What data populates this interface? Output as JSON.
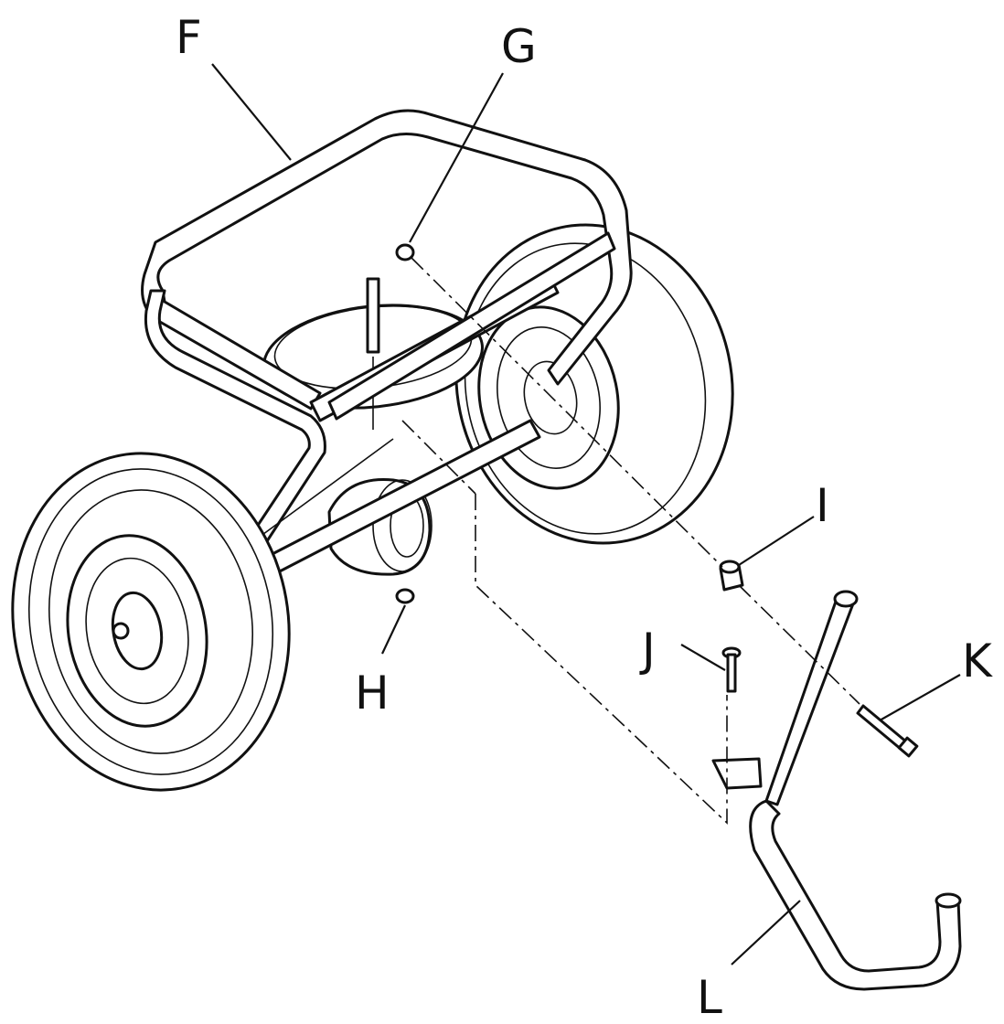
{
  "labels": {
    "f": "F",
    "g": "G",
    "h": "H",
    "i": "I",
    "j": "J",
    "k": "K",
    "l": "L"
  }
}
